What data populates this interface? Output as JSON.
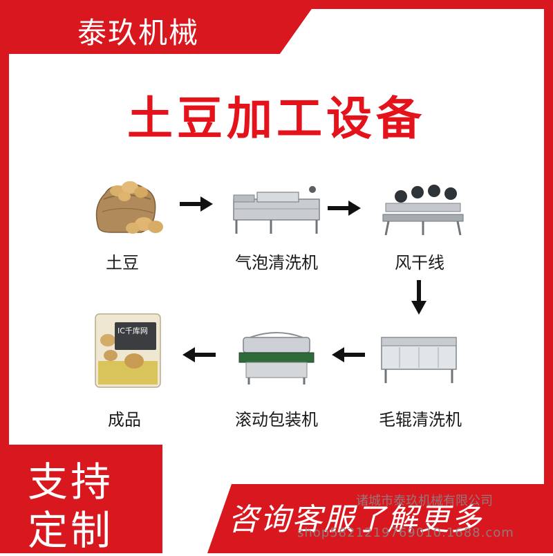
{
  "brand": "泰玖机械",
  "title": "土豆加工设备",
  "steps": [
    {
      "label": "土豆",
      "icon": "potato-sack-icon"
    },
    {
      "label": "气泡清洗机",
      "icon": "bubble-washer-icon"
    },
    {
      "label": "风干线",
      "icon": "air-dry-line-icon"
    },
    {
      "label": "毛辊清洗机",
      "icon": "brush-roller-washer-icon"
    },
    {
      "label": "滚动包装机",
      "icon": "vacuum-packing-machine-icon"
    },
    {
      "label": "成品",
      "icon": "packaged-product-icon"
    }
  ],
  "package_text": "IC千库网",
  "badge": {
    "line1": "支持",
    "line2": "定制"
  },
  "cta": "咨询客服了解更多",
  "watermark": {
    "company": "诸城市泰玖机械有限公司",
    "shop": "shop5821219769010.1688.com"
  },
  "colors": {
    "accent": "#d9171e",
    "title": "#e3121b"
  }
}
